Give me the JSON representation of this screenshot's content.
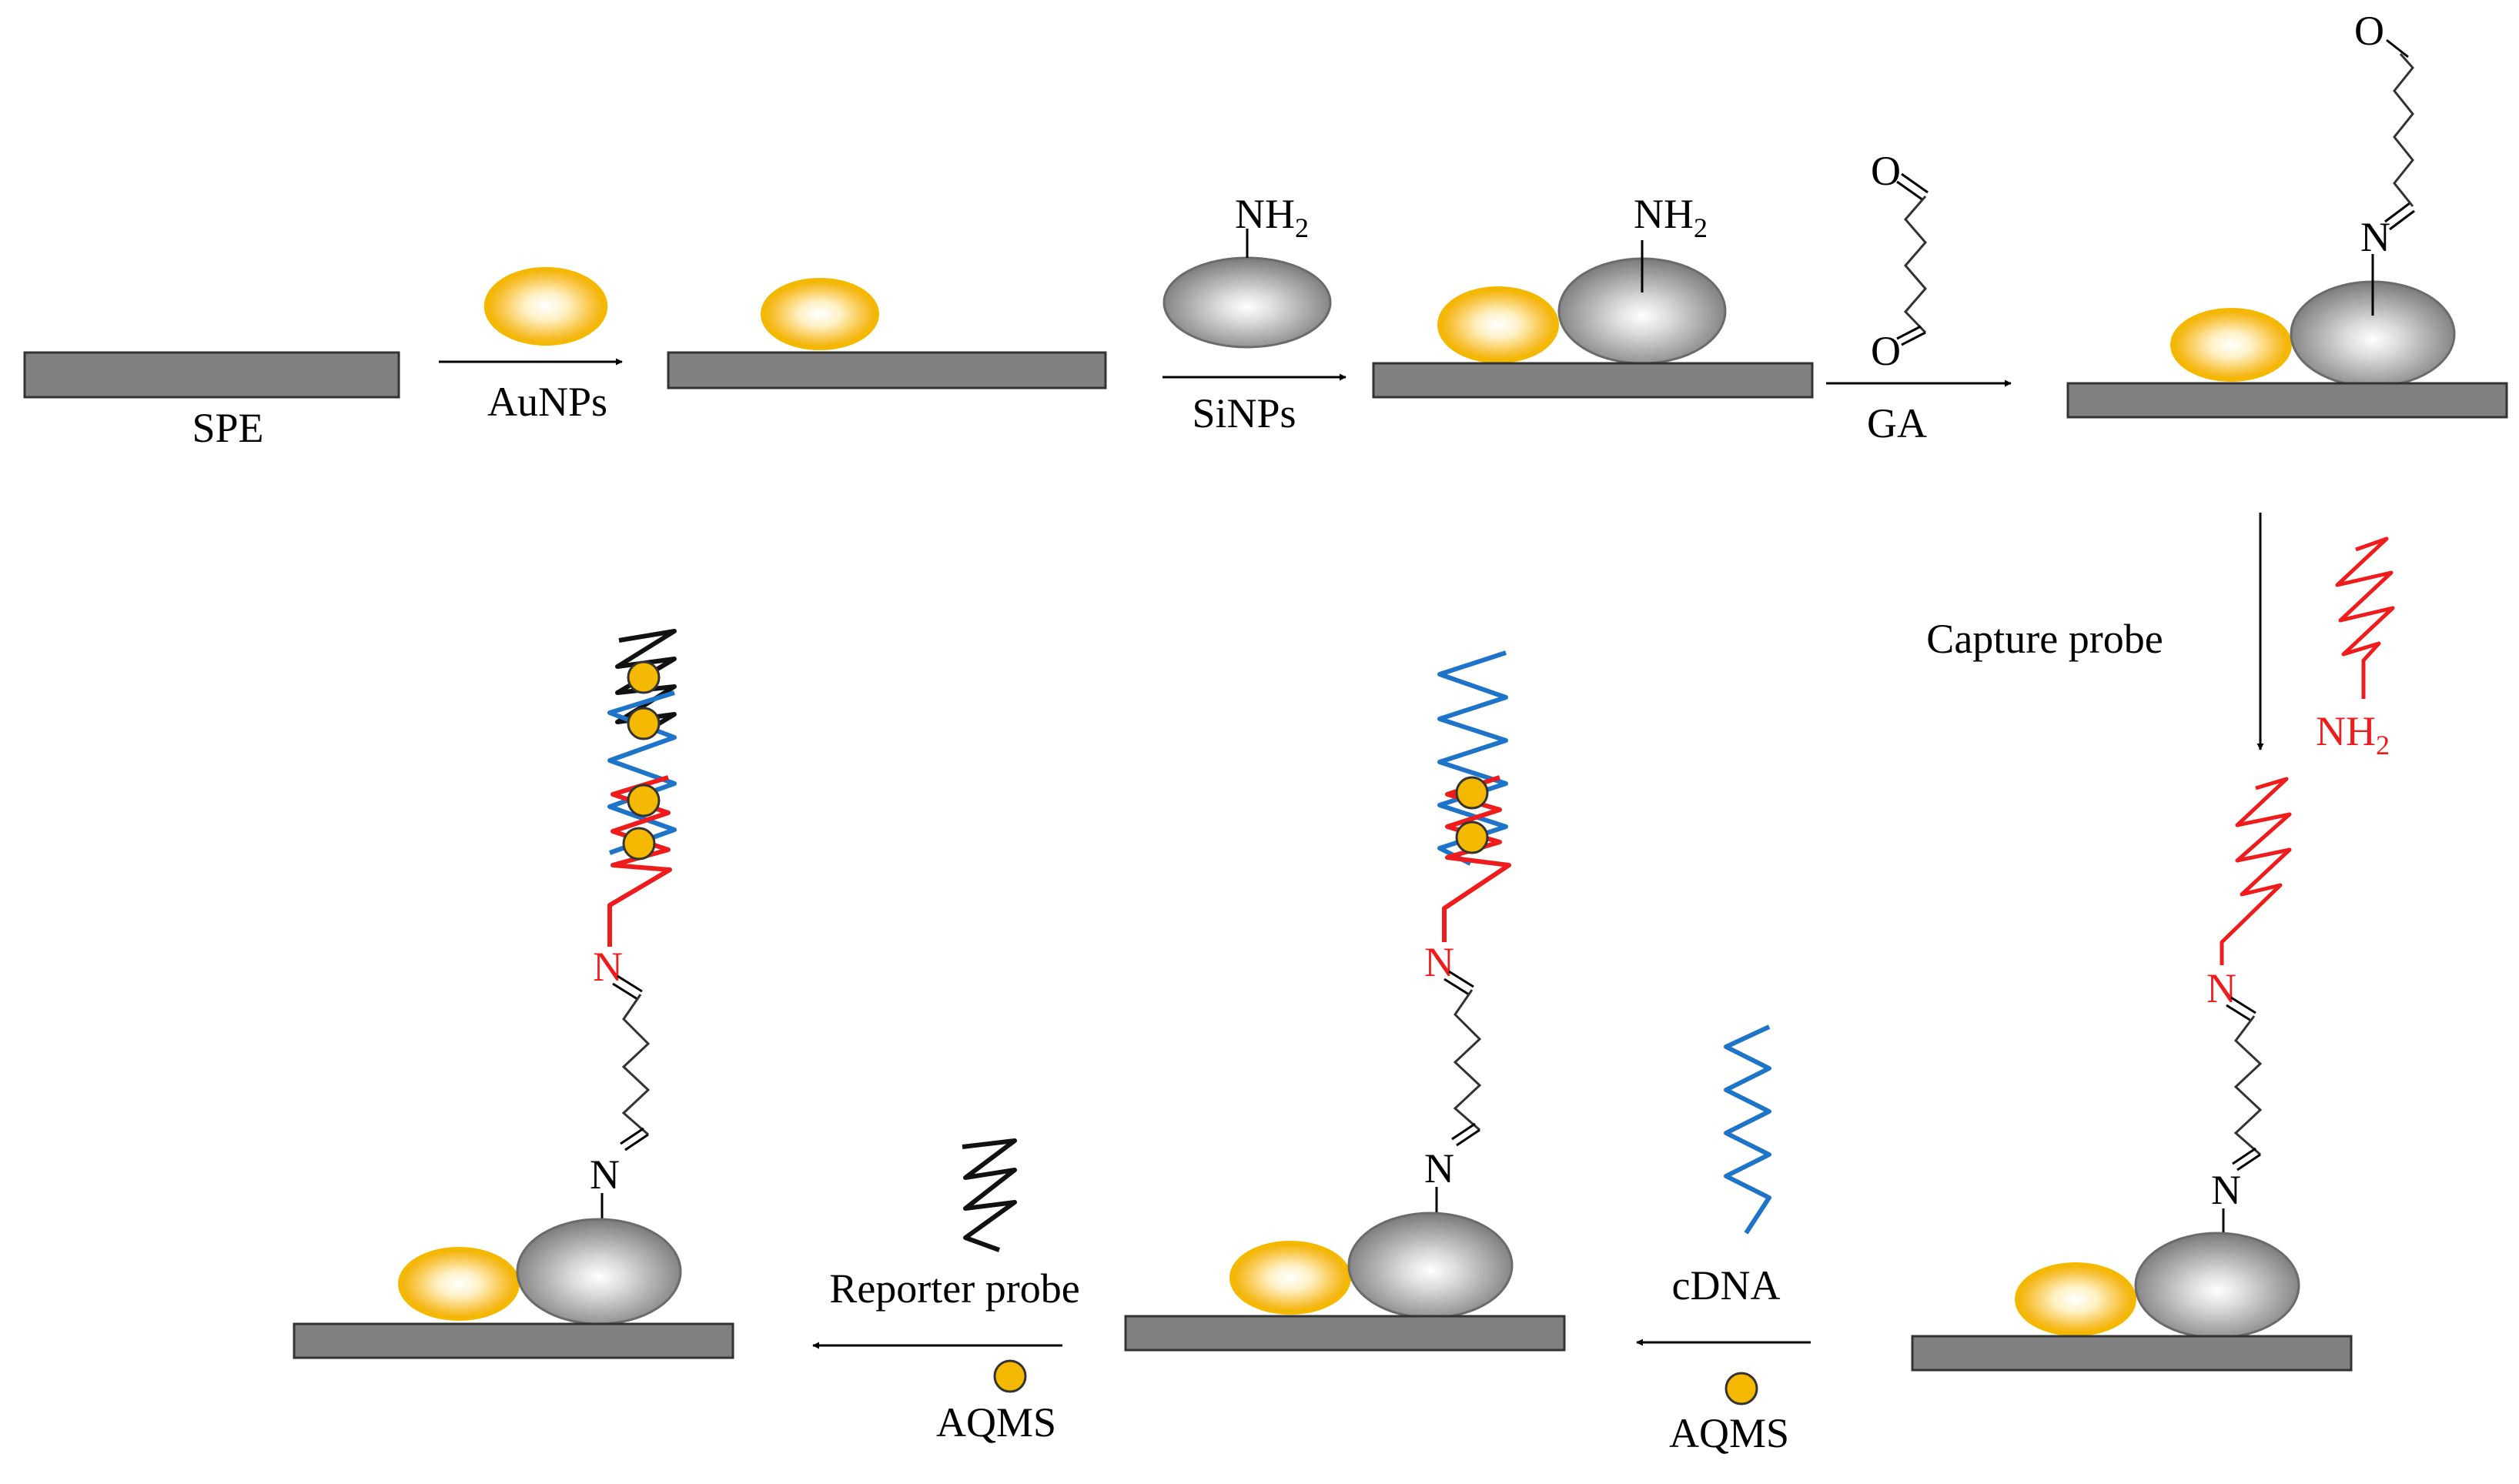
{
  "colors": {
    "electrode": "#808080",
    "gold": "#F5B800",
    "silica": "#8a8a8a",
    "capture_probe": "#EE1C1C",
    "cdna": "#1E74C8",
    "reporter_probe": "#111111",
    "linker": "#333333"
  },
  "labels": {
    "spe": "SPE",
    "aunps": "AuNPs",
    "sinps": "SiNPs",
    "ga": "GA",
    "capture_probe": "Capture probe",
    "cdna": "cDNA",
    "reporter_probe": "Reporter probe",
    "aqms_1": "AQMS",
    "aqms_2": "AQMS"
  },
  "chem": {
    "nh": "NH",
    "two": "2",
    "n": "N",
    "o": "O"
  },
  "icons": {
    "electrode": "electrode-bar-icon",
    "gold_nanoparticle": "gold-nanoparticle-icon",
    "silica_nanoparticle": "silica-nanoparticle-icon",
    "arrow": "arrow-icon"
  }
}
